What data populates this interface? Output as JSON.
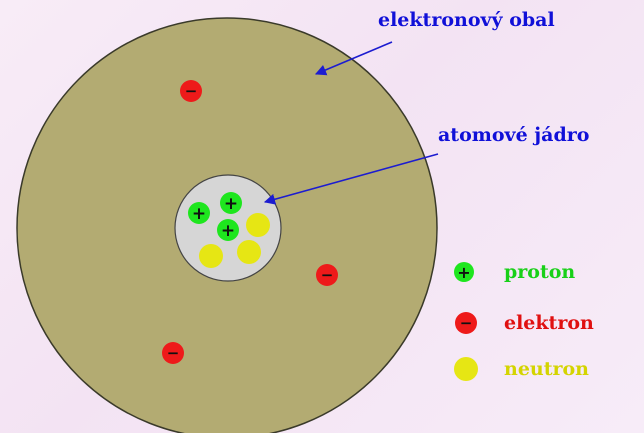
{
  "labels": {
    "shell": "elektronový obal",
    "nucleus": "atomové jádro"
  },
  "legend": [
    {
      "key": "proton",
      "label": "proton",
      "sign": "+",
      "color": "#1ee61e",
      "text_color": "#18d018"
    },
    {
      "key": "electron",
      "label": "elektron",
      "sign": "−",
      "color": "#ee1a1a",
      "text_color": "#e01010"
    },
    {
      "key": "neutron",
      "label": "neutron",
      "sign": "",
      "color": "#e6e614",
      "text_color": "#d4d400"
    }
  ],
  "particles": {
    "electron_sign": "−",
    "proton_sign": "+"
  },
  "colors": {
    "shell": "#b3ab72",
    "nucleus": "#d6d6d6",
    "arrow": "#1c1cd0",
    "label": "#1010d8"
  }
}
